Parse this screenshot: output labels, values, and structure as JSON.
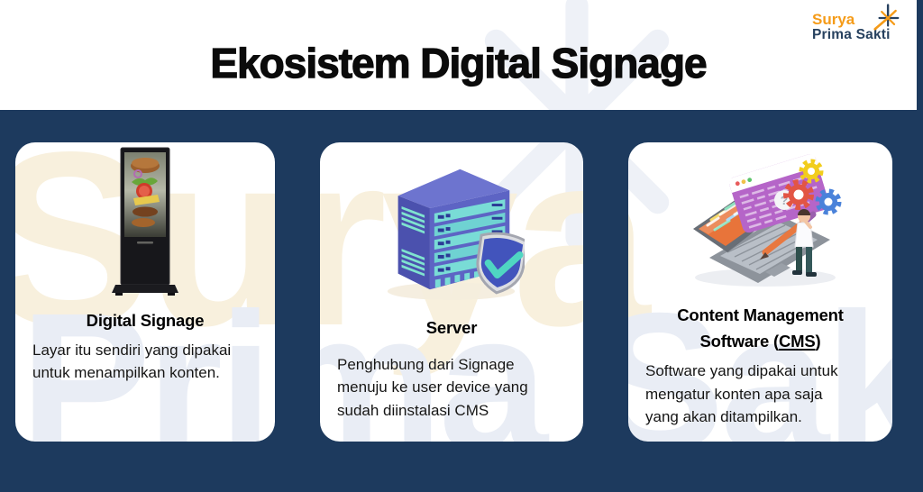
{
  "page": {
    "title": "Ekosistem Digital Signage",
    "background_color": "#1d3a5e",
    "header_color": "#ffffff"
  },
  "logo": {
    "word1": "Surya",
    "word2": "Prima Sakti",
    "orange": "#f59b18",
    "navy": "#27415f",
    "icon": "star-asterisk-icon"
  },
  "watermark": {
    "word1": "Surya",
    "word2": "Prima Sakti"
  },
  "cards": [
    {
      "title": "Digital Signage",
      "description": "Layar itu sendiri yang dipakai\nuntuk menampilkan konten.",
      "illustration": "digital-signage-totem-with-burger"
    },
    {
      "title": "Server",
      "description": "Penghubung dari Signage\nmenuju ke user device yang\nsudah diinstalasi CMS",
      "illustration": "server-rack-with-shield-check"
    },
    {
      "title_line1": "Content Management",
      "title_line2_prefix": "Software (",
      "title_line2_underlined": "CMS",
      "title_line2_suffix": ")",
      "description": "Software yang dipakai untuk\nmengatur konten apa saja\nyang akan ditampilkan.",
      "illustration": "laptop-cms-developer"
    }
  ]
}
